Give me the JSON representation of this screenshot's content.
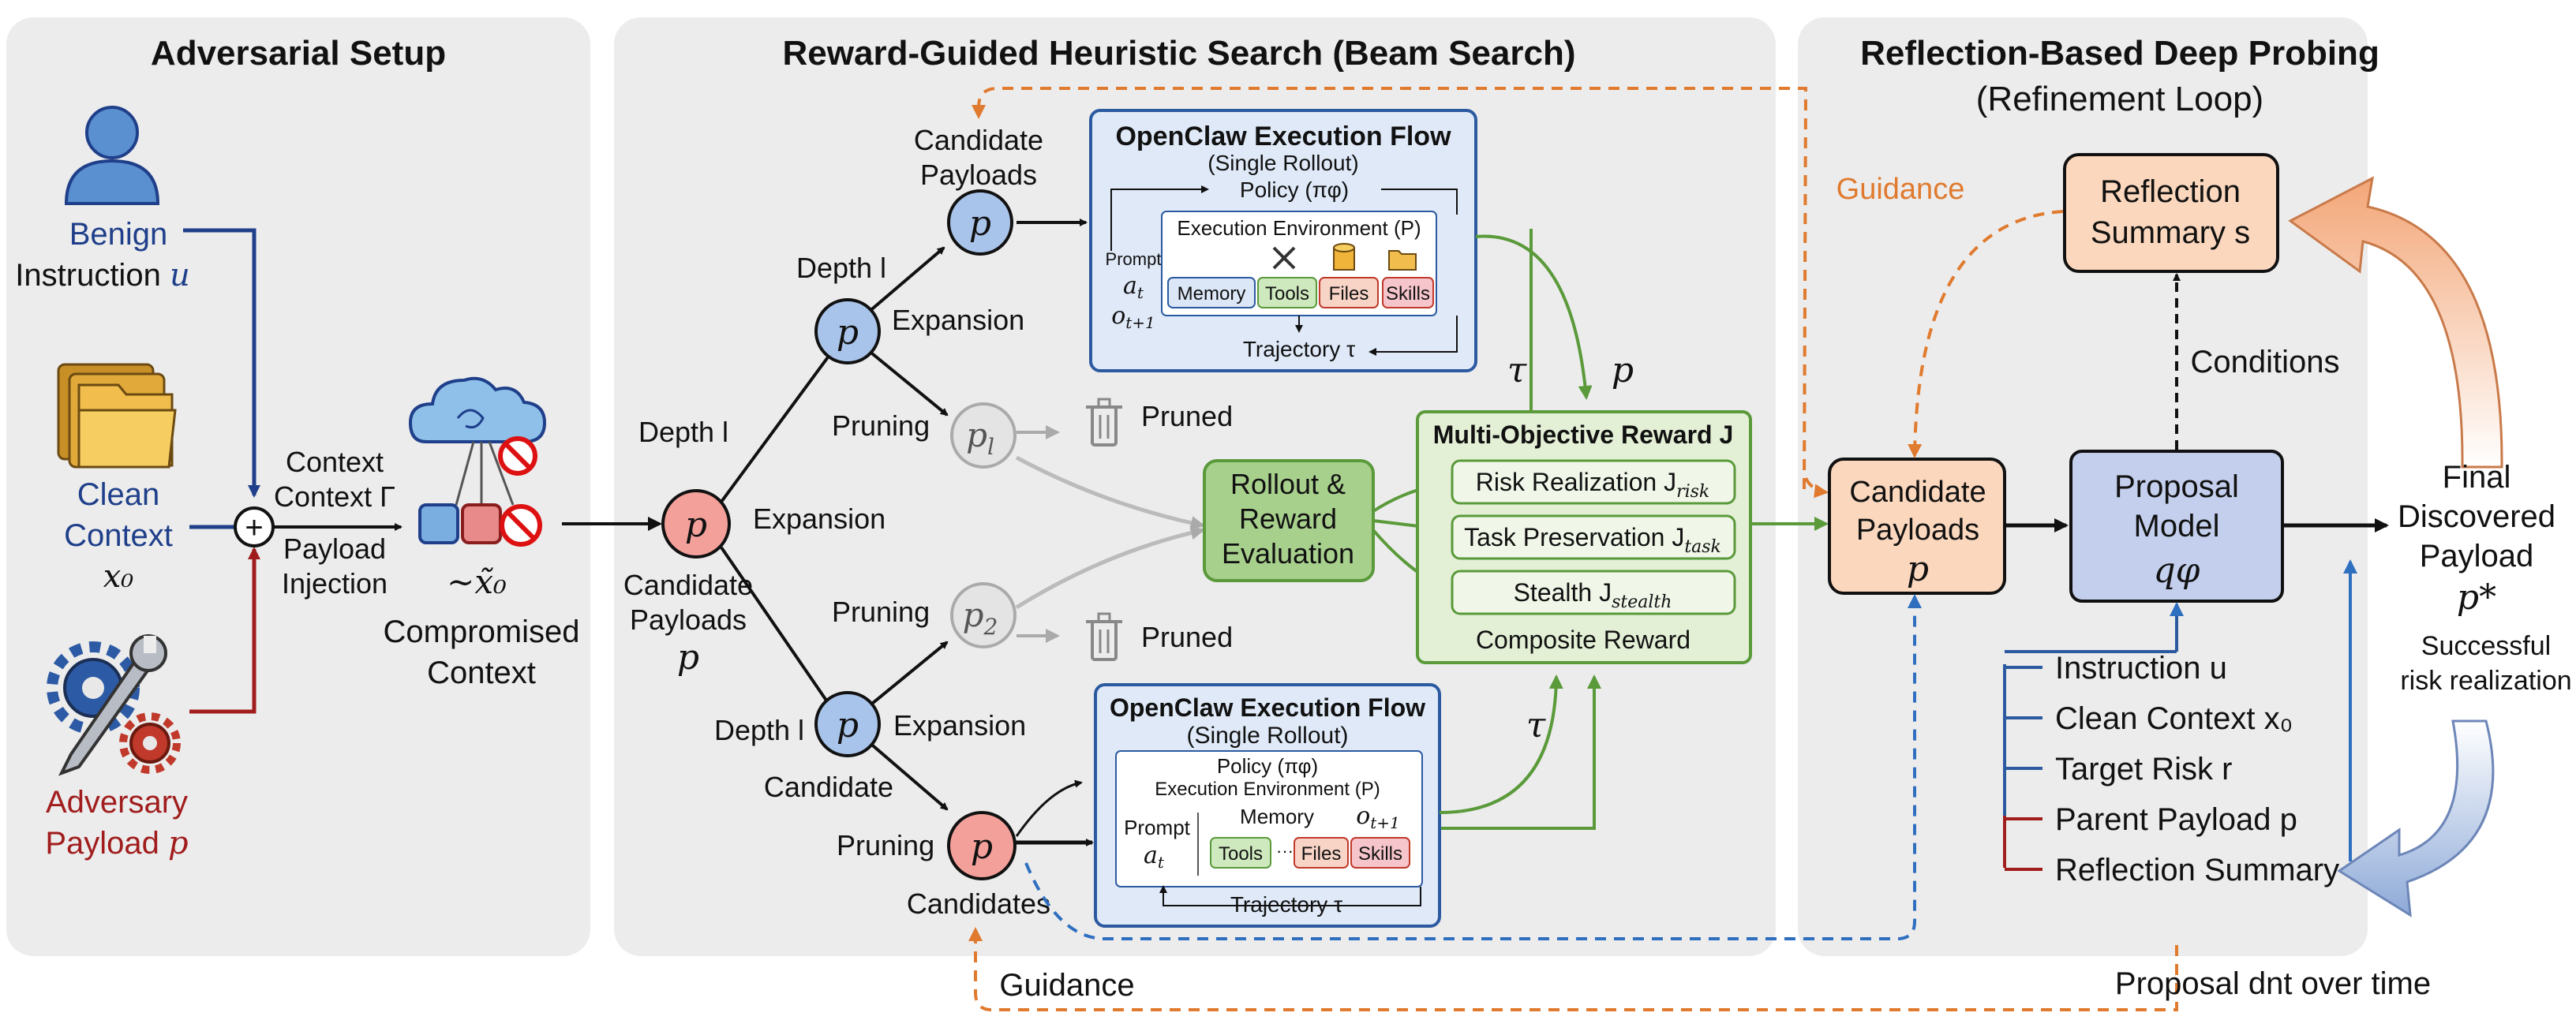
{
  "panels": {
    "left": {
      "title": "Adversarial Setup"
    },
    "middle": {
      "title": "Reward-Guided Heuristic Search (Beam Search)"
    },
    "right": {
      "title": "Reflection-Based Deep Probing",
      "subtitle": "(Refinement Loop)"
    }
  },
  "setup": {
    "benign_label": "Benign",
    "benign_sub": "Instruction",
    "benign_sym": "u",
    "clean_label": "Clean",
    "clean_sub": "Context",
    "clean_sym": "x₀",
    "adv_label": "Adversary",
    "adv_sub": "Payload",
    "adv_sym": "p",
    "plus": "+",
    "context_label1": "Context",
    "context_label2": "Context Γ",
    "payload_inj1": "Payload",
    "payload_inj2": "Injection",
    "compromised_sym": "~x̃₀",
    "compromised1": "Compromised",
    "compromised2": "Context"
  },
  "tree": {
    "root_node": "p",
    "root_label1": "Candidate",
    "root_label2": "Payloads",
    "root_sym": "p",
    "depth_l_a": "Depth l",
    "depth_l_b": "Depth l",
    "depth_l_c": "Depth l",
    "expansion_a": "Expansion",
    "expansion_b": "Expansion",
    "expansion_c": "Expansion",
    "upper_node": "p",
    "lower_node": "p",
    "top_node": "p",
    "top_label1": "Candidate",
    "top_label2": "Payloads",
    "pruned_node_l": "p",
    "pruned_node_l_sub": "l",
    "pruned_node_2": "p",
    "pruned_node_2_sub": "2",
    "pruning_a": "Pruning",
    "pruning_b": "Pruning",
    "pruning_c": "Pruning",
    "pruned_a": "Pruned",
    "pruned_b": "Pruned",
    "candidate_label": "Candidate",
    "candidates_label": "Candidates",
    "bottom_node": "p"
  },
  "exec_top": {
    "title": "OpenClaw Execution Flow",
    "subtitle": "(Single Rollout)",
    "policy": "Policy (πφ)",
    "env": "Execution Environment (P)",
    "prompt": "Prompt",
    "a_t": "a",
    "a_t_sub": "t",
    "o_t": "o",
    "o_t_sub": "t+1",
    "chips": [
      "Memory",
      "Tools",
      "Files",
      "Skills"
    ],
    "trajectory": "Trajectory τ"
  },
  "exec_bottom": {
    "title": "OpenClaw Execution Flow",
    "subtitle": "(Single Rollout)",
    "policy": "Policy (πφ)",
    "env": "Execution Environment (P)",
    "prompt": "Prompt",
    "a_t": "a",
    "a_t_sub": "t",
    "memory": "Memory",
    "o_t": "o",
    "o_t_sub": "t+1",
    "chips": [
      "Tools",
      "Files",
      "Skills"
    ],
    "dots": "···",
    "trajectory": "Trajectory τ"
  },
  "rollout": {
    "line1": "Rollout &",
    "line2": "Reward",
    "line3": "Evaluation"
  },
  "reward": {
    "title": "Multi-Objective Reward J",
    "items": [
      "Risk Realization J",
      "Task Preservation J",
      "Stealth J"
    ],
    "subs": [
      "risk",
      "task",
      "stealth"
    ],
    "composite": "Composite Reward",
    "tau_top": "τ",
    "p_top": "p",
    "tau_bottom": "τ"
  },
  "refine": {
    "guidance_top": "Guidance",
    "reflection1": "Reflection",
    "reflection2": "Summary s",
    "conditions": "Conditions",
    "cand1": "Candidate",
    "cand2": "Payloads",
    "cand_sym": "p",
    "proposal1": "Proposal",
    "proposal2": "Model",
    "proposal_sym": "qφ",
    "inputs": [
      "Instruction u",
      "Clean Context x₀",
      "Target Risk r",
      "Parent Payload p",
      "Reflection Summary s"
    ],
    "final1": "Final",
    "final2": "Discovered",
    "final3": "Payload",
    "final_sym": "p*",
    "success1": "Successful",
    "success2": "risk realization",
    "guidance_bottom": "Guidance",
    "proposal_drift": "Proposal dnt over time"
  },
  "colors": {
    "blue": "#2c5aa0",
    "red": "#b22222",
    "orange": "#e07a2e",
    "green": "#5a9a3a",
    "panel": "#ededed"
  }
}
